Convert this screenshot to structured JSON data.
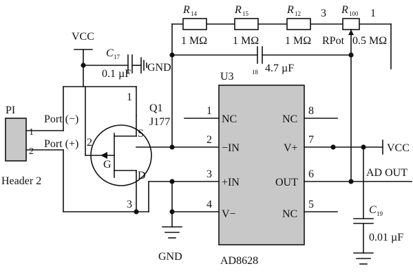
{
  "header": {
    "ref": "PI",
    "pin1": "1",
    "pin2": "2",
    "name": "Header 2"
  },
  "ports": {
    "minus": "Port (−)",
    "plus": "Port (+)"
  },
  "power": {
    "vcc_top": "VCC",
    "gnd_top": "GND",
    "vcc_right": "VCC",
    "gnd_bottom": "GND"
  },
  "capacitors": {
    "c17_letter": "C",
    "c17_sub": "17",
    "c17_value": "0.1 µF",
    "c18_sub": "18",
    "c18_value": "4.7 µF",
    "c19_letter": "C",
    "c19_sub": "19",
    "c19_value": "0.01 µF"
  },
  "resistors": {
    "r14_letter": "R",
    "r14_sub": "14",
    "r14_value": "1 MΩ",
    "r15_letter": "R",
    "r15_sub": "15",
    "r15_value": "1 MΩ",
    "r12_letter": "R",
    "r12_sub": "12",
    "r12_value": "1 MΩ",
    "r100_letter": "R",
    "r100_sub": "100",
    "rpot_label": "RPot",
    "rpot_value": "0.5 MΩ",
    "rpot_pin3": "3",
    "rpot_pin1": "1"
  },
  "transistor": {
    "ref": "Q1",
    "part": "J177",
    "pin1": "1",
    "pin2": "2",
    "pin3": "3",
    "s": "S",
    "g": "G",
    "d": "D"
  },
  "opamp": {
    "ref": "U3",
    "part": "AD8628",
    "pins_left": [
      {
        "num": "1",
        "name": "NC"
      },
      {
        "num": "2",
        "name": "−IN"
      },
      {
        "num": "3",
        "name": "+IN"
      },
      {
        "num": "4",
        "name": "V−"
      }
    ],
    "pins_right": [
      {
        "num": "8",
        "name": "NC"
      },
      {
        "num": "7",
        "name": "V+"
      },
      {
        "num": "6",
        "name": "OUT"
      },
      {
        "num": "5",
        "name": "NC"
      }
    ]
  },
  "output": {
    "label": "AD OUT"
  },
  "colors": {
    "ink": "#111111",
    "chip_fill": "#c8c8c8"
  }
}
